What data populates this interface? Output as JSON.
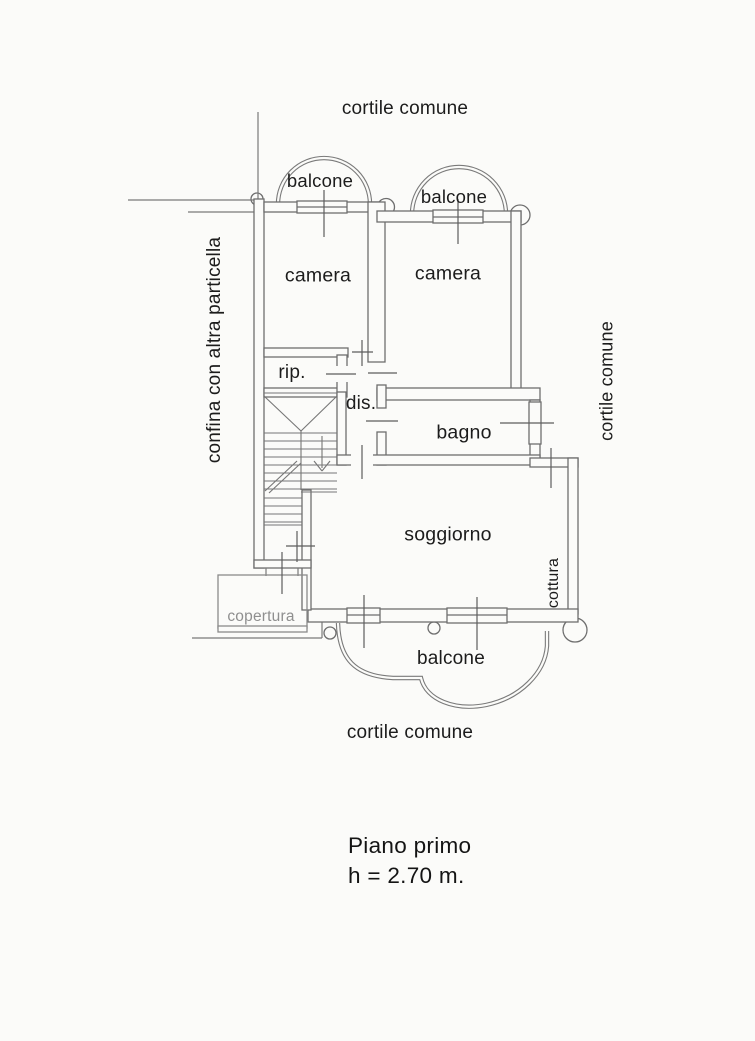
{
  "plan": {
    "annotations": {
      "cortile_top": "cortile comune",
      "cortile_right": "cortile comune",
      "cortile_bottom": "cortile comune",
      "confina_left": "confina con altra particella"
    },
    "rooms": {
      "balcone_top_left": "balcone",
      "balcone_top_right": "balcone",
      "balcone_bottom": "balcone",
      "camera_left": "camera",
      "camera_right": "camera",
      "rip": "rip.",
      "dis": "dis.",
      "bagno": "bagno",
      "soggiorno": "soggiorno",
      "cottura": "cottura",
      "copertura": "copertura"
    },
    "caption": {
      "line1": "Piano primo",
      "line2": "h = 2.70 m."
    },
    "colors": {
      "paper": "#fbfbf9",
      "ink": "#1c1c1c",
      "wall_line": "#6e6e6e",
      "thin_line": "#7a7a7a",
      "faded_label": "#8f8f8f"
    }
  }
}
